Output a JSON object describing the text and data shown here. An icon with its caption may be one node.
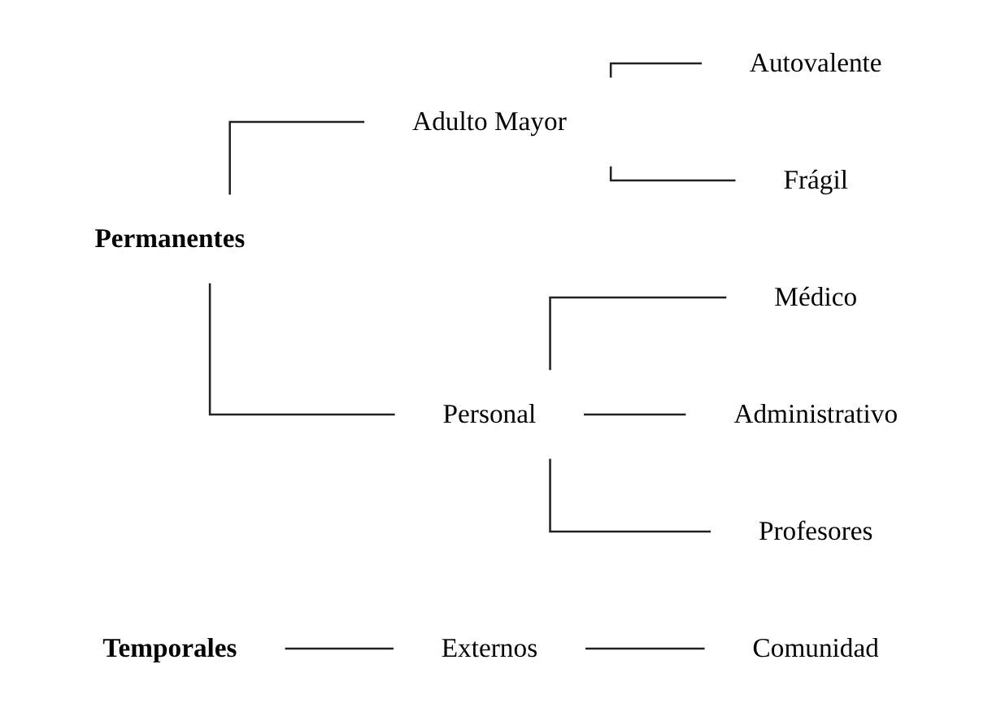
{
  "diagram": {
    "nodes": [
      {
        "text": [
          "Permanentes"
        ]
      },
      {
        "text": [
          "Adulto Mayor"
        ]
      },
      {
        "text": [
          "Autovalente"
        ]
      },
      {
        "text": [
          "Frágil"
        ]
      },
      {
        "text": [
          "Personal"
        ]
      },
      {
        "text": [
          "Médico"
        ]
      },
      {
        "text": [
          "Administrativo"
        ]
      },
      {
        "text": [
          "Profesores"
        ]
      },
      {
        "text": [
          "Temporales"
        ]
      },
      {
        "text": [
          "Externos"
        ]
      },
      {
        "text": [
          "Comunidad"
        ]
      }
    ],
    "edges": [
      {
        "from": 0,
        "to": 1,
        "arrow": "none"
      },
      {
        "from": 0,
        "to": 4,
        "arrow": "none"
      },
      {
        "from": 1,
        "to": 2,
        "arrow": "none"
      },
      {
        "from": 1,
        "to": 3,
        "arrow": "none"
      },
      {
        "from": 4,
        "to": 5,
        "arrow": "none"
      },
      {
        "from": 4,
        "to": 6,
        "arrow": "none"
      },
      {
        "from": 4,
        "to": 7,
        "arrow": "none"
      },
      {
        "from": 8,
        "to": 9,
        "arrow": "none"
      },
      {
        "from": 9,
        "to": 10,
        "arrow": "none"
      }
    ]
  }
}
